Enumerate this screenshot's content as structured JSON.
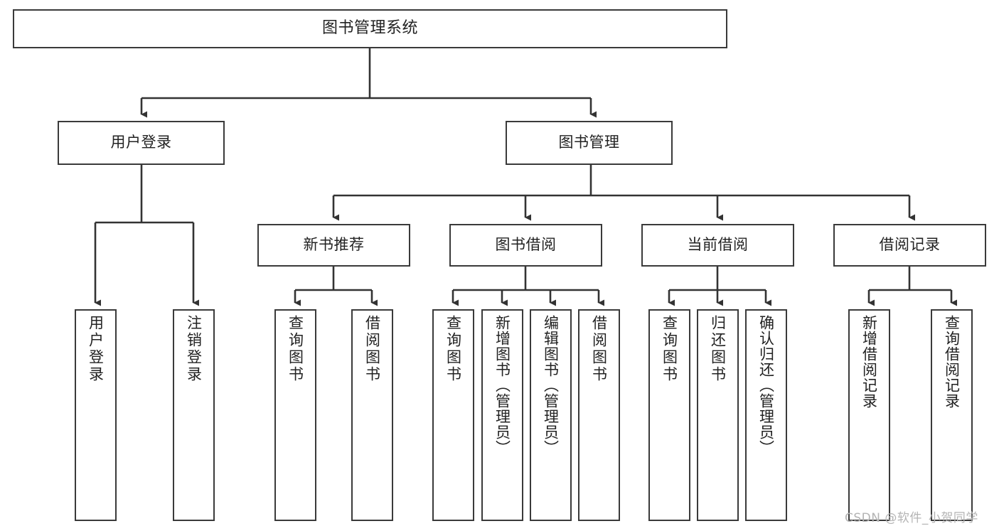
{
  "diagram": {
    "type": "tree",
    "title": "图书管理系统",
    "orientation": "top-down",
    "colors": {
      "box_border": "#3a3a3a",
      "box_fill": "#ffffff",
      "edge": "#333333",
      "text": "#222222",
      "watermark": "#b4b4b4",
      "background": "#ffffff"
    },
    "watermark": "CSDN @软件_小贺同学"
  },
  "nodes": {
    "root": {
      "label": "图书管理系统",
      "level": 1
    },
    "level2": [
      {
        "id": "user-login",
        "label": "用户登录"
      },
      {
        "id": "book-manage",
        "label": "图书管理"
      }
    ],
    "level3": [
      {
        "id": "new-book-recommend",
        "label": "新书推荐"
      },
      {
        "id": "book-borrow",
        "label": "图书借阅"
      },
      {
        "id": "current-borrow",
        "label": "当前借阅"
      },
      {
        "id": "borrow-record",
        "label": "借阅记录"
      }
    ],
    "leaves": {
      "user-login": [
        {
          "id": "leaf-user-login",
          "label": "用户登录"
        },
        {
          "id": "leaf-logout-login",
          "label": "注销登录"
        }
      ],
      "new-book-recommend": [
        {
          "id": "leaf-query-book-1",
          "label": "查询图书"
        },
        {
          "id": "leaf-borrow-book-1",
          "label": "借阅图书"
        }
      ],
      "book-borrow": [
        {
          "id": "leaf-query-book-2",
          "label": "查询图书"
        },
        {
          "id": "leaf-add-book",
          "label": "新增图书（管理员）"
        },
        {
          "id": "leaf-edit-book",
          "label": "编辑图书（管理员）"
        },
        {
          "id": "leaf-borrow-book-2",
          "label": "借阅图书"
        }
      ],
      "current-borrow": [
        {
          "id": "leaf-query-book-3",
          "label": "查询图书"
        },
        {
          "id": "leaf-return-book",
          "label": "归还图书"
        },
        {
          "id": "leaf-confirm-return",
          "label": "确认归还（管理员）"
        }
      ],
      "borrow-record": [
        {
          "id": "leaf-add-record",
          "label": "新增借阅记录"
        },
        {
          "id": "leaf-query-record",
          "label": "查询借阅记录"
        }
      ]
    }
  }
}
